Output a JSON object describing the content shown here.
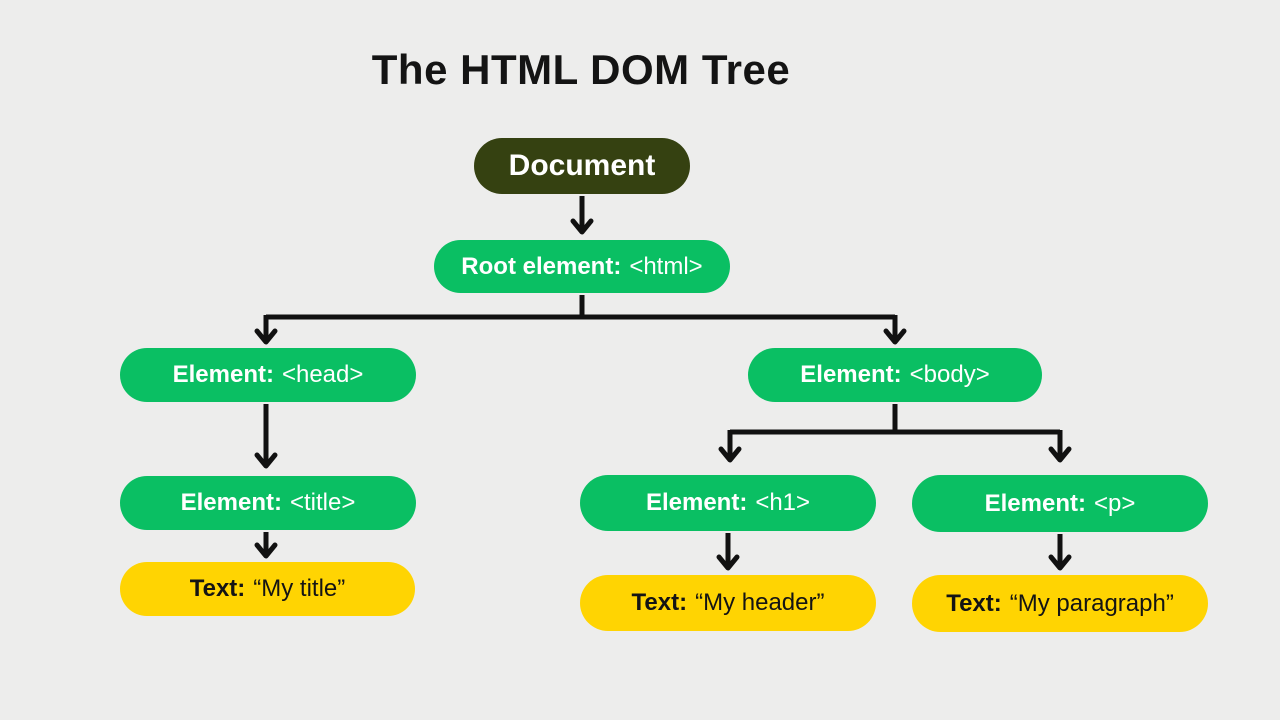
{
  "title": "The HTML DOM Tree",
  "colors": {
    "background": "#EDEDEC",
    "dark_green": "#354111",
    "green": "#0ABF63",
    "yellow": "#FFD402",
    "arrow": "#111111",
    "text_dark": "#141414",
    "text_light": "#FFFFFF"
  },
  "nodes": {
    "document": {
      "label": "Document"
    },
    "html": {
      "label": "Root element:",
      "value": "<html>"
    },
    "head": {
      "label": "Element:",
      "value": "<head>"
    },
    "body": {
      "label": "Element:",
      "value": "<body>"
    },
    "title_element": {
      "label": "Element:",
      "value": "<title>"
    },
    "h1": {
      "label": "Element:",
      "value": "<h1>"
    },
    "p": {
      "label": "Element:",
      "value": "<p>"
    },
    "text_title": {
      "label": "Text:",
      "value": "“My title”"
    },
    "text_header": {
      "label": "Text:",
      "value": "“My header”"
    },
    "text_paragraph": {
      "label": "Text:",
      "value": "“My paragraph”"
    }
  }
}
